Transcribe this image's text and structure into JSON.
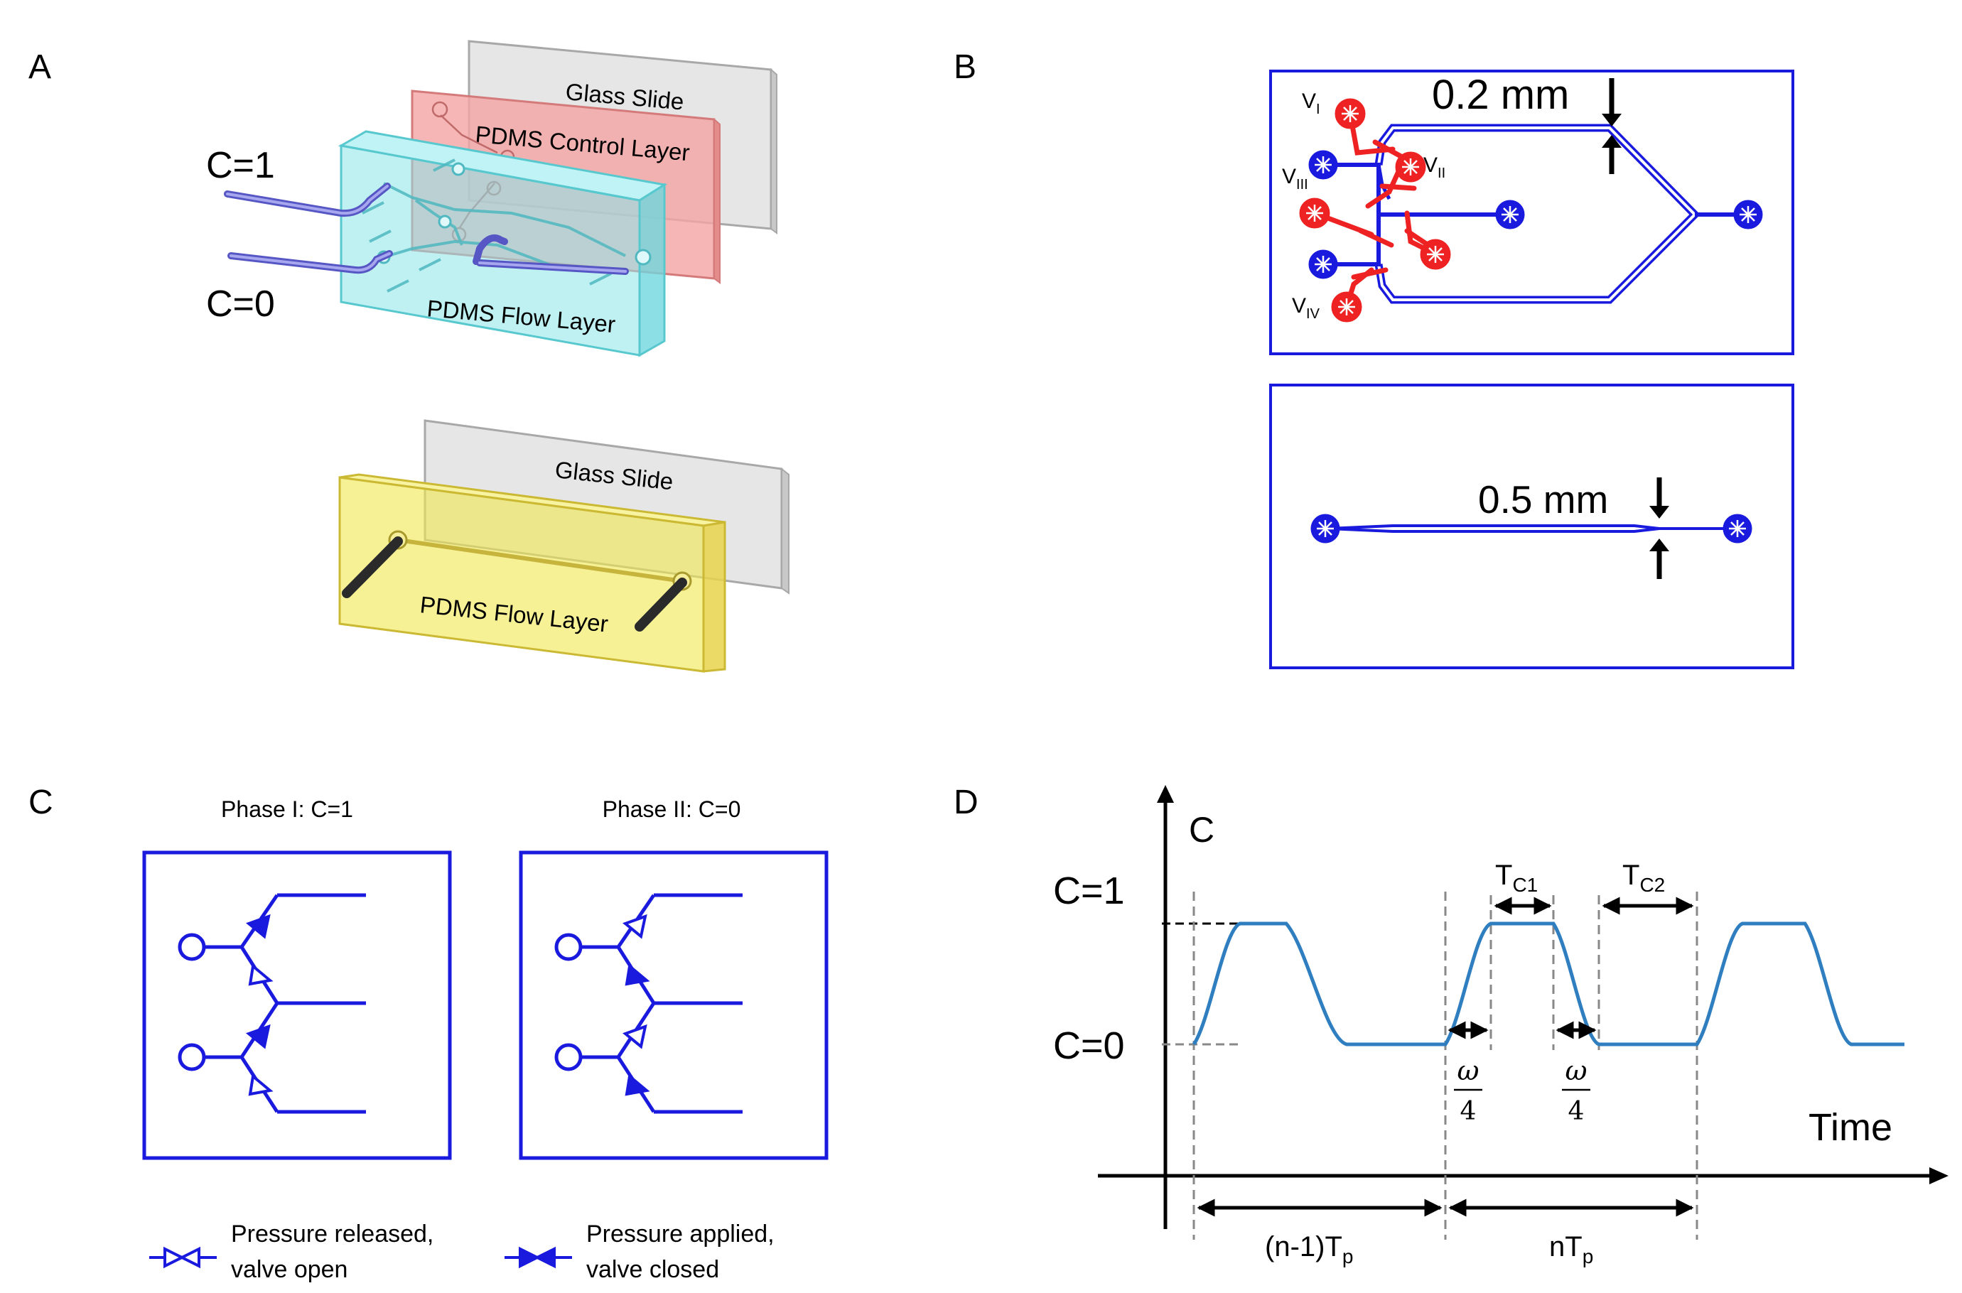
{
  "panels": {
    "a": {
      "letter": "A",
      "top": {
        "glass": "Glass Slide",
        "control": "PDMS Control Layer",
        "flow": "PDMS Flow Layer",
        "inlet_1": "C=1",
        "inlet_0": "C=0"
      },
      "bottom": {
        "glass": "Glass Slide",
        "flow": "PDMS Flow Layer"
      }
    },
    "b": {
      "letter": "B",
      "top": {
        "dim": "0.2 mm",
        "valves": [
          "V",
          "I",
          "V",
          "II",
          "V",
          "III",
          "V",
          "IV"
        ]
      },
      "bottom": {
        "dim": "0.5 mm"
      }
    },
    "c": {
      "letter": "C",
      "phase1": "Phase I: C=1",
      "phase2": "Phase II: C=0",
      "legend_open_1": "Pressure released,",
      "legend_open_2": "valve open",
      "legend_closed_1": "Pressure applied,",
      "legend_closed_2": "valve closed"
    },
    "d": {
      "letter": "D",
      "y_axis": "C",
      "x_axis": "Time",
      "level_high": "C=1",
      "level_low": "C=0",
      "tc1": [
        "T",
        "C1"
      ],
      "tc2": [
        "T",
        "C2"
      ],
      "omega_num": "ω",
      "omega_den": "4",
      "span1": [
        "(n-1)T",
        "p"
      ],
      "span2": [
        "nT",
        "p"
      ]
    }
  },
  "colors": {
    "channel_blue": "#1a1adf",
    "valve_red": "#ee2222",
    "curve": "#2f7ec0",
    "flow_cyan": "#8ae6ea",
    "control_pink": "#f4a4a4",
    "glass_gray": "#dcdcdc",
    "bottom_yellow": "#f2e84e"
  },
  "chart_data": {
    "type": "line",
    "x_label": "Time",
    "y_label": "C",
    "levels": [
      "C=0",
      "C=1"
    ],
    "series": [
      {
        "values": [
          0,
          1,
          1,
          0,
          0,
          1,
          1,
          0,
          0,
          1,
          1,
          0,
          0
        ]
      }
    ]
  }
}
